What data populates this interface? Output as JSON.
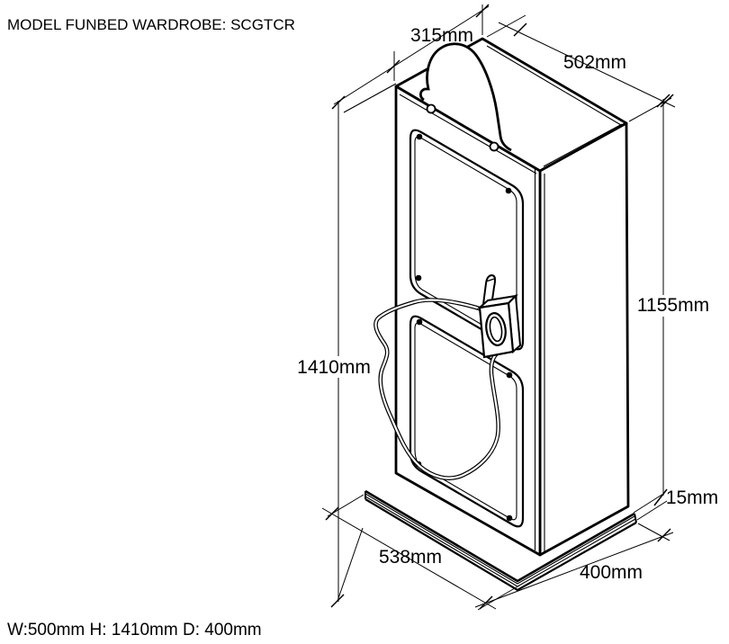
{
  "title": "MODEL FUNBED WARDROBE: SCGTCR",
  "summary": "W:500mm H: 1410mm D: 400mm",
  "colors": {
    "line": "#000000",
    "background": "#ffffff"
  },
  "dimensions": {
    "top_width": "315mm",
    "top_depth": "502mm",
    "side_height": "1155mm",
    "overall_height": "1410mm",
    "base_thickness": "15mm",
    "base_width": "538mm",
    "base_depth": "400mm"
  }
}
